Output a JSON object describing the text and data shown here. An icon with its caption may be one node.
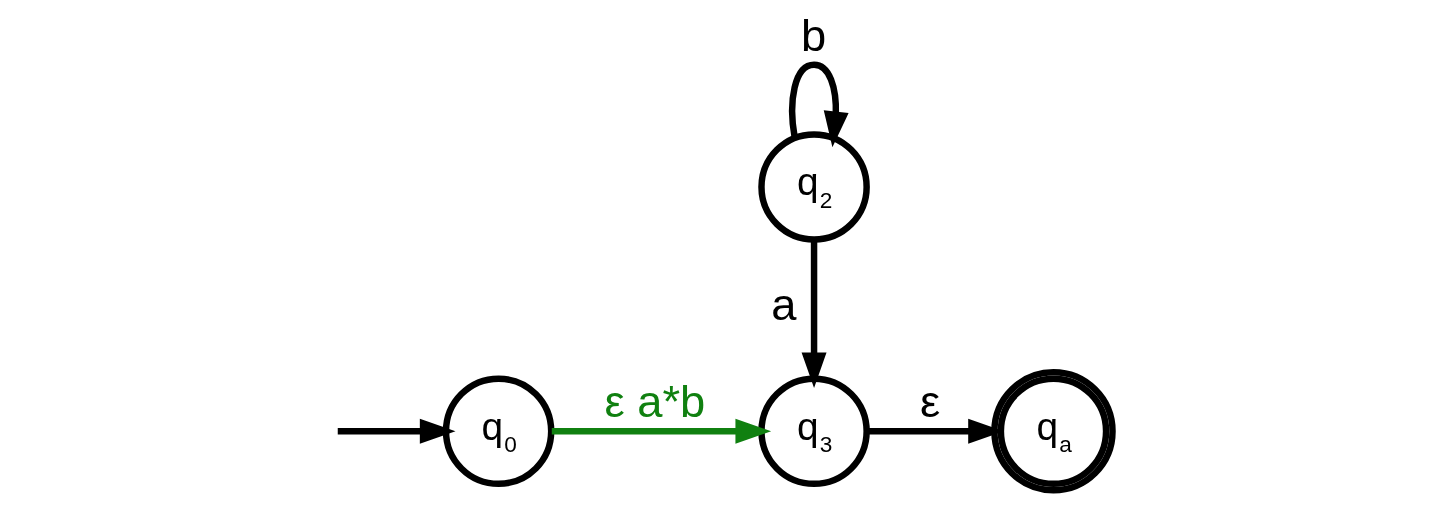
{
  "diagram": {
    "nodes": [
      {
        "text": [
          "q$_{0}$"
        ]
      },
      {
        "text": [
          "q$_{3}$"
        ]
      },
      {
        "text": [
          "q$_{a}$"
        ]
      },
      {
        "text": [
          "q$_{2}$"
        ]
      }
    ],
    "edges": [
      {
        "from": null,
        "to": 0,
        "arrow": "to"
      },
      {
        "from": 0,
        "to": 1,
        "arrow": "to",
        "label": "ε a*b",
        "color": "#108010"
      },
      {
        "from": 1,
        "to": 2,
        "arrow": "to",
        "label": "ε"
      },
      {
        "from": 3,
        "to": 1,
        "arrow": "to",
        "label": "a"
      },
      {
        "from": 3,
        "to": 3,
        "arrow": "to",
        "label": "b"
      }
    ]
  }
}
